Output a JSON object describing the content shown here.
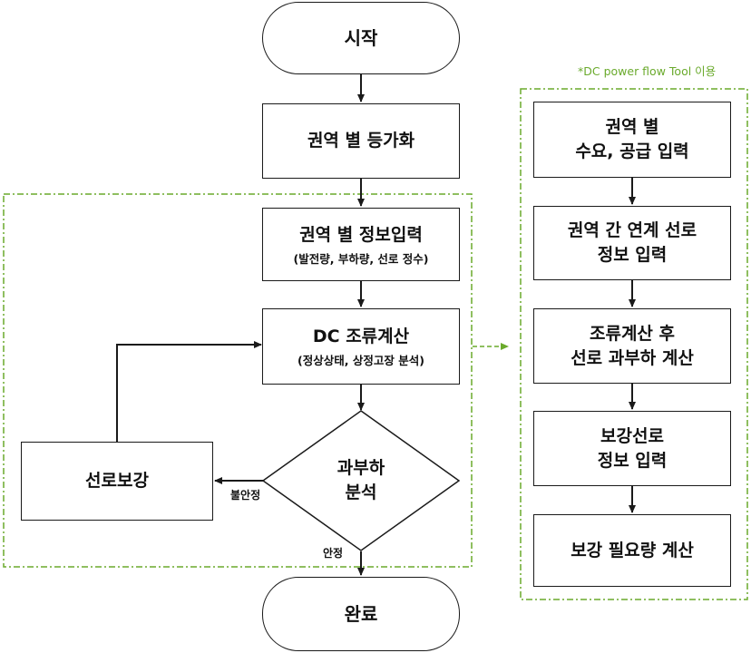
{
  "left_flow": {
    "start": "시작",
    "equivalent": "권역 별 등가화",
    "info_input": {
      "title": "권역 별 정보입력",
      "sub": "(발전량, 부하량, 선로 정수)"
    },
    "dc_calc": {
      "title": "DC 조류계산",
      "sub": "(정상상태, 상정고장 분석)"
    },
    "decision": {
      "line1": "과부하",
      "line2": "분석"
    },
    "reinforce": "선로보강",
    "end": "완료",
    "label_unstable": "불안정",
    "label_stable": "안정"
  },
  "tool_panel": {
    "note": "*DC power flow Tool 이용",
    "steps": [
      {
        "line1": "권역 별",
        "line2": "수요, 공급 입력"
      },
      {
        "line1": "권역 간 연계 선로",
        "line2": "정보 입력"
      },
      {
        "line1": "조류계산 후",
        "line2": "선로 과부하 계산"
      },
      {
        "line1": "보강선로",
        "line2": "정보 입력"
      },
      {
        "line1": "보강 필요량 계산",
        "line2": ""
      }
    ]
  },
  "colors": {
    "dash": "#6aaa2c",
    "stroke": "#1a1a1a"
  }
}
